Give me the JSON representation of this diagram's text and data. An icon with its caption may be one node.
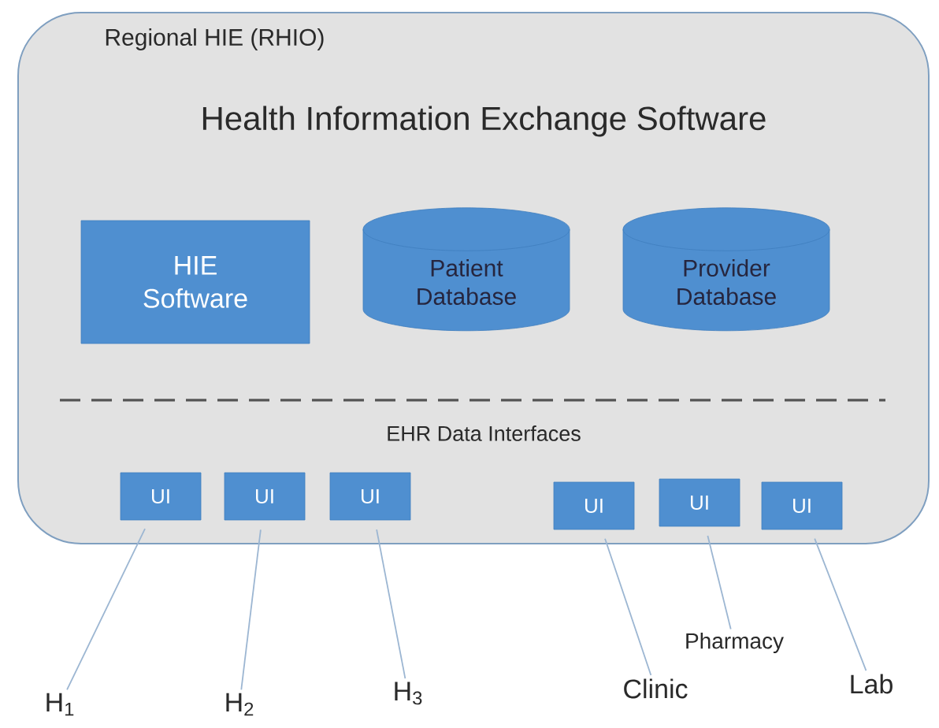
{
  "diagram": {
    "nodes": [
      {
        "text": [
          "Regional HIE (RHIO)",
          "Health Information Exchange Software",
          "EHR Data Interfaces"
        ]
      },
      {
        "text": [
          "HIE Software"
        ],
        "in": 0
      },
      {
        "text": [
          "Patient Database"
        ],
        "in": 0
      },
      {
        "text": [
          "Provider Database"
        ],
        "in": 0
      },
      {
        "text": [
          "UI"
        ],
        "in": 0
      },
      {
        "text": [
          "UI"
        ],
        "in": 0
      },
      {
        "text": [
          "UI"
        ],
        "in": 0
      },
      {
        "text": [
          "UI"
        ],
        "in": 0
      },
      {
        "text": [
          "UI"
        ],
        "in": 0
      },
      {
        "text": [
          "UI"
        ],
        "in": 0
      },
      {
        "text": [
          "H$_{1}$"
        ]
      },
      {
        "text": [
          "H$_{2}$"
        ]
      },
      {
        "text": [
          "H$_{3}$"
        ]
      },
      {
        "text": [
          "Clinic"
        ]
      },
      {
        "text": [
          "Pharmacy"
        ]
      },
      {
        "text": [
          "Lab"
        ]
      }
    ],
    "edges": [
      {
        "from": 4,
        "to": 10,
        "arrow": "none"
      },
      {
        "from": 5,
        "to": 11,
        "arrow": "none"
      },
      {
        "from": 6,
        "to": 12,
        "arrow": "none"
      },
      {
        "from": 7,
        "to": 13,
        "arrow": "none"
      },
      {
        "from": 8,
        "to": 14,
        "arrow": "none"
      },
      {
        "from": 9,
        "to": 15,
        "arrow": "none"
      }
    ]
  }
}
